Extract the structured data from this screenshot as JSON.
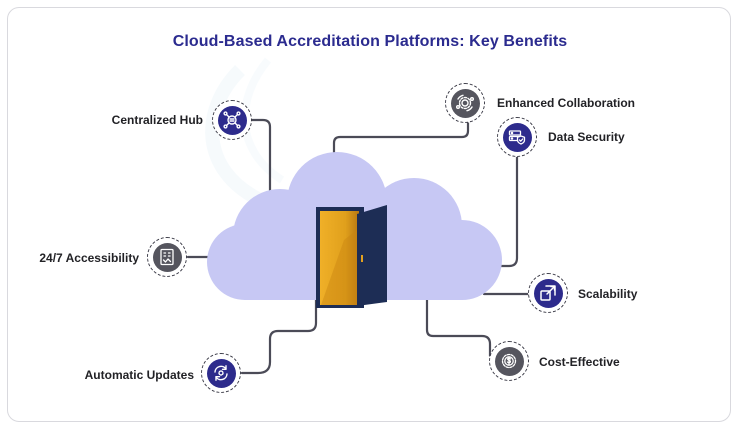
{
  "title": "Cloud-Based Accreditation Platforms: Key Benefits",
  "colors": {
    "title": "#2b2b8f",
    "cloud": "#c7c8f4",
    "connector": "#4b4b57",
    "icon_navy": "#2d2b8c",
    "icon_gray": "#55555e",
    "door_gold": "#e3a11f",
    "door_navy": "#1d2d55"
  },
  "benefits": [
    {
      "label": "Centralized Hub",
      "icon": "hub-network-icon"
    },
    {
      "label": "Enhanced Collaboration",
      "icon": "collaboration-gears-icon"
    },
    {
      "label": "Data Security",
      "icon": "server-shield-icon"
    },
    {
      "label": "24/7 Accessibility",
      "icon": "building-calendar-icon"
    },
    {
      "label": "Scalability",
      "icon": "expand-arrows-icon"
    },
    {
      "label": "Automatic Updates",
      "icon": "refresh-gear-icon"
    },
    {
      "label": "Cost-Effective",
      "icon": "dollar-gear-icon"
    }
  ],
  "center_image": "open-door-in-cloud"
}
